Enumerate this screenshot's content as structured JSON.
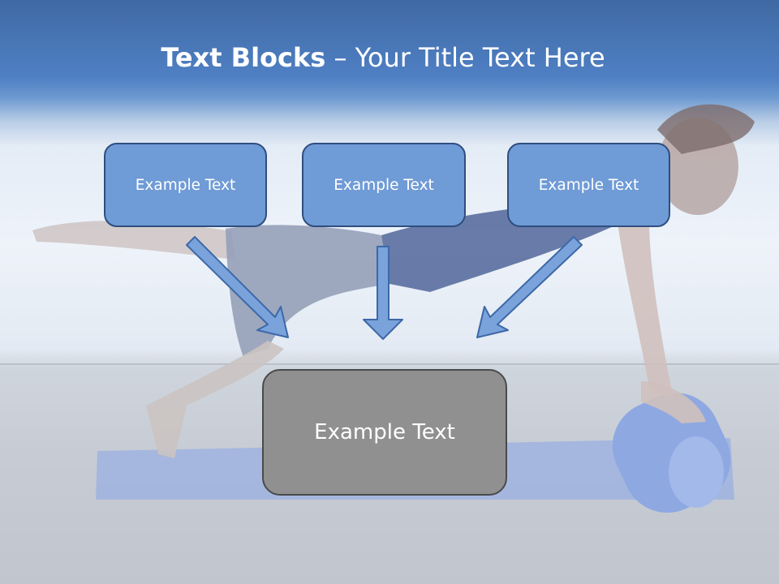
{
  "slide": {
    "title_bold": "Text Blocks",
    "title_dash": " – ",
    "title_rest": "Your Title Text Here",
    "boxes": [
      {
        "label": "Example Text"
      },
      {
        "label": "Example Text"
      },
      {
        "label": "Example Text"
      }
    ],
    "main_box": {
      "label": "Example Text"
    }
  },
  "colors": {
    "header_blue": "#4a7bc0",
    "box_fill": "#6f9bd6",
    "box_border": "#2f4e80",
    "main_box_fill": "#909090",
    "arrow_fill": "#7aa3db"
  },
  "background_image": {
    "icon": "pilates-woman-with-foam-roller-photo"
  }
}
